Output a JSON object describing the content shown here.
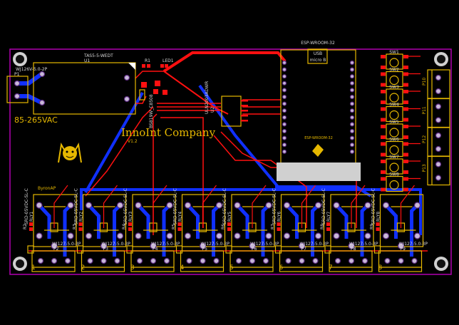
{
  "board": {
    "company": "InnoInt Company",
    "version": "V1.2",
    "author": "ByronAP",
    "voltage_label": "85-265VAC",
    "colors": {
      "outline": "#b000b0",
      "top_copper": "#ff1010",
      "bottom_copper": "#1030ff",
      "silkscreen": "#e6b800",
      "pads": "#c8b8d8"
    }
  },
  "power": {
    "module_part": "TAS5-5-WEDT",
    "module_ref": "U1",
    "input_connector_part": "WJ126V-5.0-2P",
    "input_connector_ref": "P1",
    "resistor_ref": "R1",
    "led_ref": "LED1",
    "transistor_part": "BS819W_C8508",
    "driver_part": "ULN2003ADWR",
    "driver_ref": "U2"
  },
  "mcu": {
    "top_label": "ESP-WROOM-32",
    "inner_label": "ESP-WROOM-32",
    "usb_label": "USB",
    "usb_sub_label": "micro B"
  },
  "switches": [
    "SW1",
    "SW2",
    "SW3",
    "SW4",
    "SW5",
    "SW6",
    "SW7",
    "SW8"
  ],
  "side_connectors": [
    "P10",
    "P11",
    "P12",
    "P13"
  ],
  "relays": [
    {
      "part": "SRD-05VDC-SL-C",
      "ref": "RLY1",
      "resistor": "R2",
      "terminal": "WJ127-5.0-3P",
      "terminal_ref": "P2",
      "number": "1"
    },
    {
      "part": "SRD-05VDC-SL-C",
      "ref": "RLY2",
      "resistor": "R3",
      "terminal": "WJ127-5.0-3P",
      "terminal_ref": "P3",
      "number": "2"
    },
    {
      "part": "SRD-05VDC-SL-C",
      "ref": "RLY3",
      "resistor": "R4",
      "terminal": "WJ127-5.0-3P",
      "terminal_ref": "P4",
      "number": "3"
    },
    {
      "part": "SRD-05VDC-SL-C",
      "ref": "RLY4",
      "resistor": "R5",
      "terminal": "WJ127-5.0-3P",
      "terminal_ref": "P5",
      "number": "4"
    },
    {
      "part": "SRD-05VDC-SL-C",
      "ref": "RLY5",
      "resistor": "R6",
      "terminal": "WJ127-5.0-3P",
      "terminal_ref": "P6",
      "number": "5"
    },
    {
      "part": "SRD-05VDC-SL-C",
      "ref": "RLY6",
      "resistor": "R7",
      "terminal": "WJ127-5.0-3P",
      "terminal_ref": "P7",
      "number": "6"
    },
    {
      "part": "SRD-05VDC-SL-C",
      "ref": "RLY7",
      "resistor": "R8",
      "terminal": "WJ127-5.0-3P",
      "terminal_ref": "P8",
      "number": "7"
    },
    {
      "part": "SRD-05VDC-SL-C",
      "ref": "RLY8",
      "resistor": "R9",
      "terminal": "WJ127-5.0-3P",
      "terminal_ref": "P9",
      "number": "8"
    }
  ]
}
